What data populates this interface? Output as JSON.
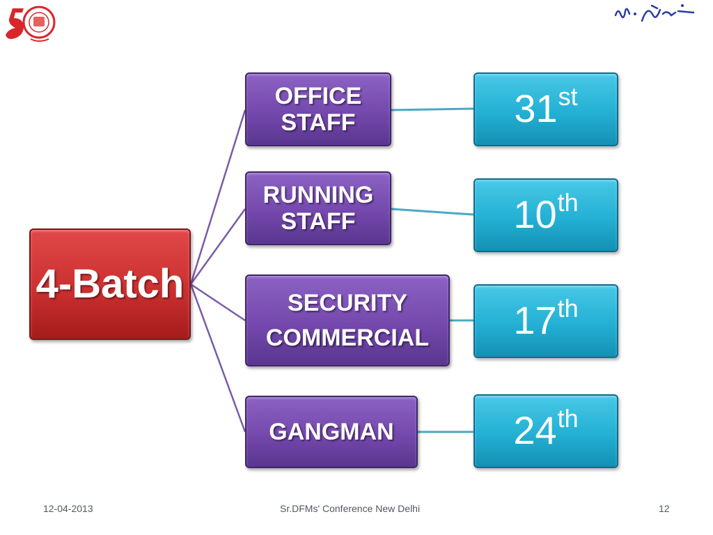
{
  "diagram": {
    "root": "4-Batch",
    "branches": [
      {
        "category": [
          "OFFICE",
          "STAFF"
        ],
        "date_num": "31",
        "date_suffix": "st"
      },
      {
        "category": [
          "RUNNING",
          "STAFF"
        ],
        "date_num": "10",
        "date_suffix": "th"
      },
      {
        "category": [
          "SECURITY",
          "COMMERCIAL"
        ],
        "date_num": "17",
        "date_suffix": "th"
      },
      {
        "category": [
          "GANGMAN"
        ],
        "date_num": "24",
        "date_suffix": "th"
      }
    ]
  },
  "footer": {
    "date": "12-04-2013",
    "conference": "Sr.DFMs' Conference New Delhi",
    "page": "12"
  },
  "colors": {
    "root": "#cc3030",
    "category": "#7448ac",
    "date": "#23b0d4",
    "connector_purple": "#7a5aa8",
    "connector_teal": "#4aa8c4"
  },
  "icons": {
    "logo": "railway-50-years-emblem",
    "signature": "handwritten-signature"
  }
}
